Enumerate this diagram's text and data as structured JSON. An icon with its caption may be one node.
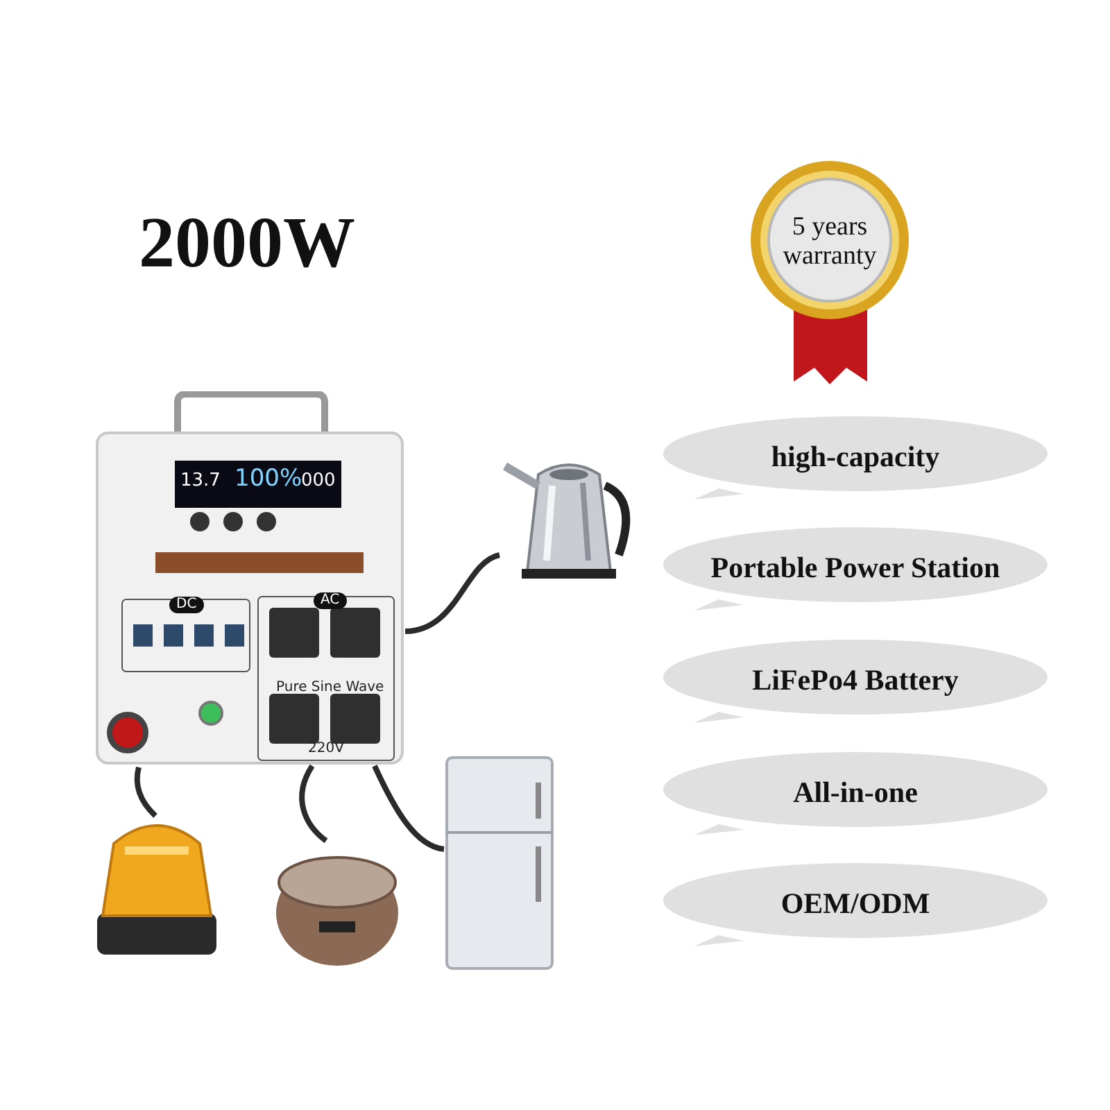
{
  "diagram": {
    "nodes": [
      {
        "text": [
          "5 years warranty"
        ]
      },
      {
        "text": [
          "high-capacity"
        ]
      },
      {
        "text": [
          "Portable Power Station"
        ]
      },
      {
        "text": [
          "LiFePo4 Battery"
        ]
      },
      {
        "text": [
          "All-in-one"
        ]
      },
      {
        "text": [
          "OEM/ODM"
        ]
      },
      {
        "text": [],
        "shape": "picture"
      },
      {
        "text": [],
        "shape": "picture"
      },
      {
        "text": [],
        "shape": "picture"
      },
      {
        "text": [],
        "shape": "picture"
      },
      {
        "text": [],
        "shape": "picture"
      }
    ],
    "edges": [
      {
        "from": 7,
        "to": 10,
        "arrow": "none"
      },
      {
        "from": 7,
        "to": 6,
        "arrow": "none"
      },
      {
        "from": 7,
        "to": 8,
        "arrow": "none"
      },
      {
        "from": 7,
        "to": 9,
        "arrow": "none"
      }
    ],
    "labels": [
      "2000W",
      "13.7",
      "100%",
      "000",
      "DC",
      "AC",
      "Pure Sine Wave",
      "220V"
    ]
  }
}
